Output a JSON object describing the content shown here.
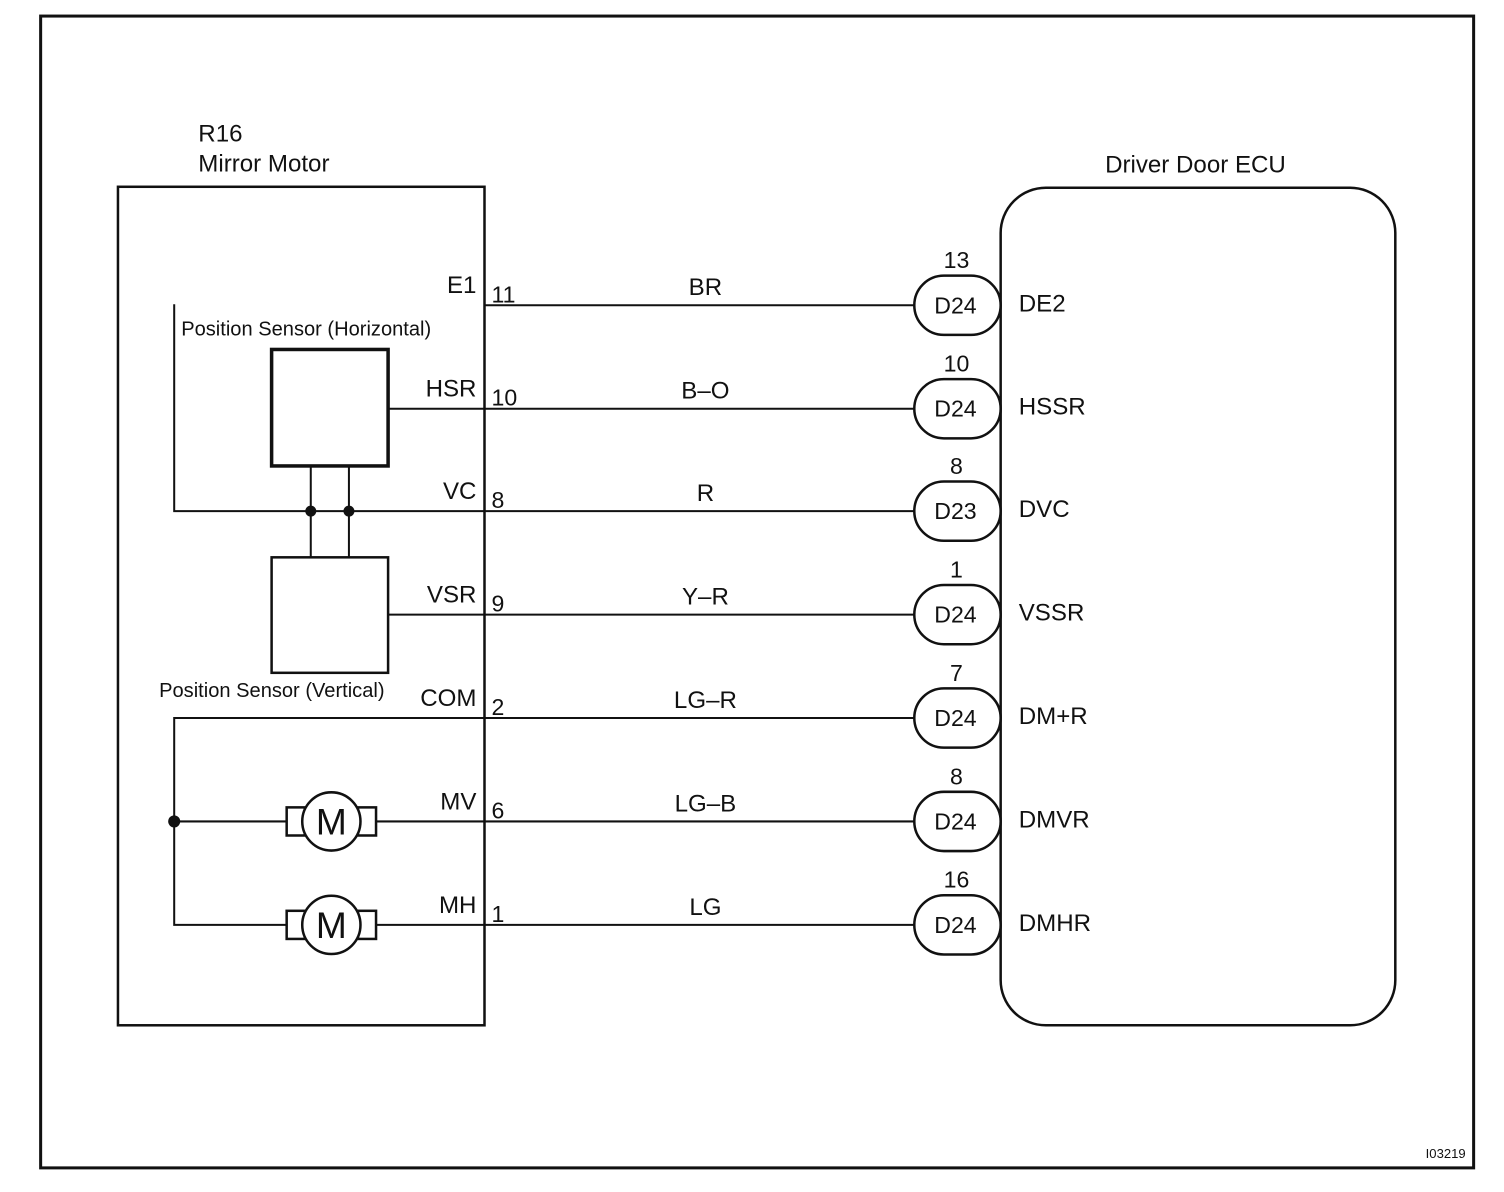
{
  "mirror_motor": {
    "code": "R16",
    "name": "Mirror Motor",
    "sensor_horizontal_label": "Position Sensor (Horizontal)",
    "sensor_vertical_label": "Position Sensor (Vertical)",
    "motor_symbol": "M"
  },
  "ecu": {
    "name": "Driver Door ECU"
  },
  "wires": [
    {
      "terminal": "E1",
      "pin": "11",
      "color": "BR",
      "ecu_pin": "13",
      "connector": "D24",
      "ecu_terminal": "DE2"
    },
    {
      "terminal": "HSR",
      "pin": "10",
      "color": "B–O",
      "ecu_pin": "10",
      "connector": "D24",
      "ecu_terminal": "HSSR"
    },
    {
      "terminal": "VC",
      "pin": "8",
      "color": "R",
      "ecu_pin": "8",
      "connector": "D23",
      "ecu_terminal": "DVC"
    },
    {
      "terminal": "VSR",
      "pin": "9",
      "color": "Y–R",
      "ecu_pin": "1",
      "connector": "D24",
      "ecu_terminal": "VSSR"
    },
    {
      "terminal": "COM",
      "pin": "2",
      "color": "LG–R",
      "ecu_pin": "7",
      "connector": "D24",
      "ecu_terminal": "DM+R"
    },
    {
      "terminal": "MV",
      "pin": "6",
      "color": "LG–B",
      "ecu_pin": "8",
      "connector": "D24",
      "ecu_terminal": "DMVR"
    },
    {
      "terminal": "MH",
      "pin": "1",
      "color": "LG",
      "ecu_pin": "16",
      "connector": "D24",
      "ecu_terminal": "DMHR"
    }
  ],
  "figure_id": "I03219"
}
